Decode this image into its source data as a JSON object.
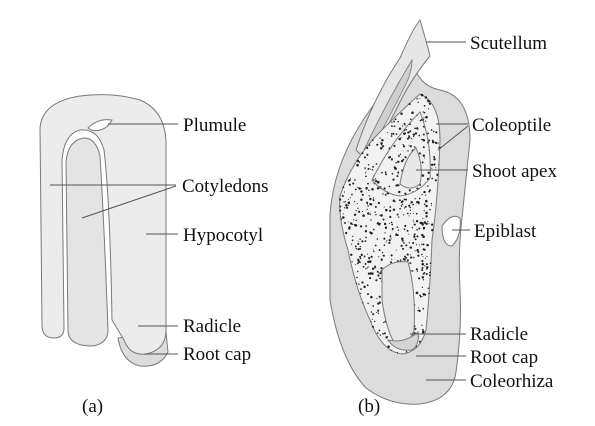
{
  "colors": {
    "fill_light": "#ececec",
    "fill_mid": "#dcdcdc",
    "outline": "#7a7a7a",
    "leader": "#555555",
    "speckle": "#222222"
  },
  "diagram_a": {
    "caption": "(a)",
    "labels": {
      "plumule": "Plumule",
      "cotyledons": "Cotyledons",
      "hypocotyl": "Hypocotyl",
      "radicle": "Radicle",
      "root_cap": "Root cap"
    }
  },
  "diagram_b": {
    "caption": "(b)",
    "labels": {
      "scutellum": "Scutellum",
      "coleoptile": "Coleoptile",
      "shoot_apex": "Shoot apex",
      "epiblast": "Epiblast",
      "radicle": "Radicle",
      "root_cap": "Root cap",
      "coleorhiza": "Coleorhiza"
    }
  }
}
